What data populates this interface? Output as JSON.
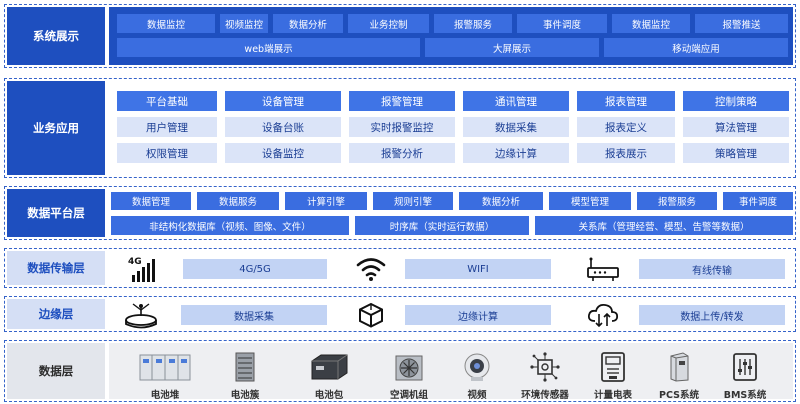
{
  "layers": {
    "system": {
      "label": "系统展示",
      "row1": [
        "数据监控",
        "视频监控",
        "数据分析",
        "业务控制",
        "报警服务",
        "事件调度",
        "数据监控",
        "报警推送"
      ],
      "row2": [
        "web端展示",
        "大屏展示",
        "移动端应用"
      ]
    },
    "business": {
      "label": "业务应用",
      "columns": [
        {
          "head": "平台基础",
          "items": [
            "用户管理",
            "权限管理"
          ]
        },
        {
          "head": "设备管理",
          "items": [
            "设备台账",
            "设备监控"
          ]
        },
        {
          "head": "报警管理",
          "items": [
            "实时报警监控",
            "报警分析"
          ]
        },
        {
          "head": "通讯管理",
          "items": [
            "数据采集",
            "边缘计算"
          ]
        },
        {
          "head": "报表管理",
          "items": [
            "报表定义",
            "报表展示"
          ]
        },
        {
          "head": "控制策略",
          "items": [
            "算法管理",
            "策略管理"
          ]
        }
      ]
    },
    "platform": {
      "label": "数据平台层",
      "row1": [
        "数据管理",
        "数据服务",
        "计算引擎",
        "规则引擎",
        "数据分析",
        "模型管理",
        "报警服务",
        "事件调度"
      ],
      "row2": [
        "非结构化数据库（视频、图像、文件）",
        "时序库（实时运行数据）",
        "关系库（管理经营、模型、告警等数据）"
      ]
    },
    "transport": {
      "label": "数据传输层",
      "items": [
        {
          "icon": "signal-bars-icon",
          "icon_text": "4G",
          "label": "4G/5G"
        },
        {
          "icon": "wifi-icon",
          "label": "WIFI"
        },
        {
          "icon": "router-icon",
          "label": "有线传输"
        }
      ]
    },
    "edge": {
      "label": "边缘层",
      "items": [
        {
          "icon": "gateway-icon",
          "label": "数据采集"
        },
        {
          "icon": "cube-icon",
          "label": "边缘计算"
        },
        {
          "icon": "cloud-sync-icon",
          "label": "数据上传/转发"
        }
      ]
    },
    "data": {
      "label": "数据层",
      "devices": [
        {
          "icon": "battery-stack-icon",
          "label": "电池堆"
        },
        {
          "icon": "battery-cluster-icon",
          "label": "电池簇"
        },
        {
          "icon": "battery-pack-icon",
          "label": "电池包"
        },
        {
          "icon": "air-conditioner-icon",
          "label": "空调机组"
        },
        {
          "icon": "camera-icon",
          "label": "视频"
        },
        {
          "icon": "sensor-icon",
          "label": "环境传感器"
        },
        {
          "icon": "meter-icon",
          "label": "计量电表"
        },
        {
          "icon": "pcs-icon",
          "label": "PCS系统"
        },
        {
          "icon": "bms-icon",
          "label": "BMS系统"
        }
      ]
    }
  },
  "colors": {
    "primary": "#1e4fbf",
    "chip": "#3a6de0",
    "chip_light": "#c7d6f6",
    "dashed_border": "#3563c9"
  }
}
